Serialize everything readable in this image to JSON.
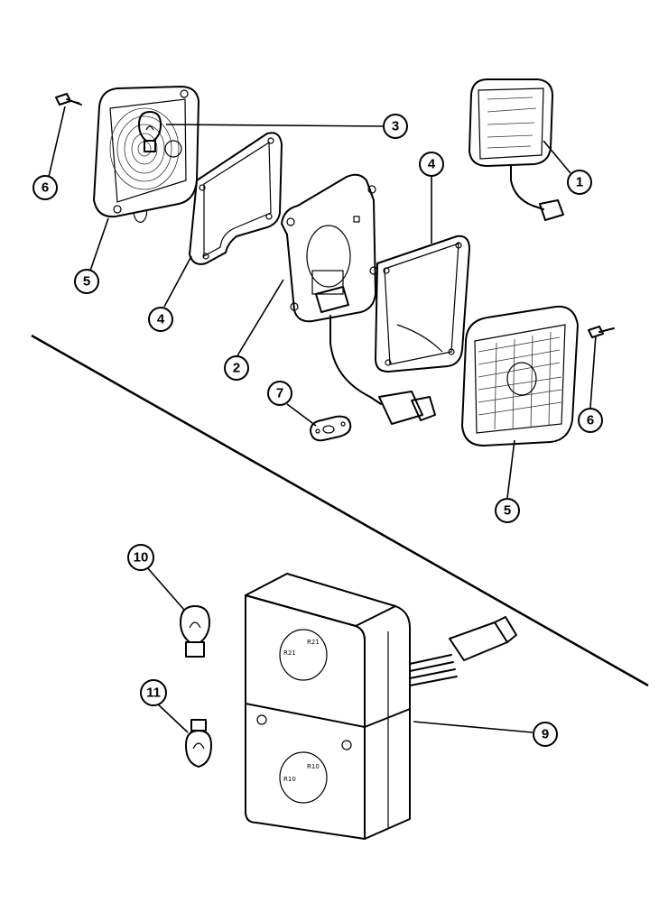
{
  "callouts": [
    {
      "id": "c1",
      "label": "1"
    },
    {
      "id": "c2",
      "label": "2"
    },
    {
      "id": "c3",
      "label": "3"
    },
    {
      "id": "c4a",
      "label": "4"
    },
    {
      "id": "c4b",
      "label": "4"
    },
    {
      "id": "c5a",
      "label": "5"
    },
    {
      "id": "c5b",
      "label": "5"
    },
    {
      "id": "c6a",
      "label": "6"
    },
    {
      "id": "c6b",
      "label": "6"
    },
    {
      "id": "c7",
      "label": "7"
    },
    {
      "id": "c9",
      "label": "9"
    },
    {
      "id": "c10",
      "label": "10"
    },
    {
      "id": "c11",
      "label": "11"
    }
  ],
  "socket_marks": [
    "R21",
    "R21",
    "R10",
    "R10"
  ]
}
